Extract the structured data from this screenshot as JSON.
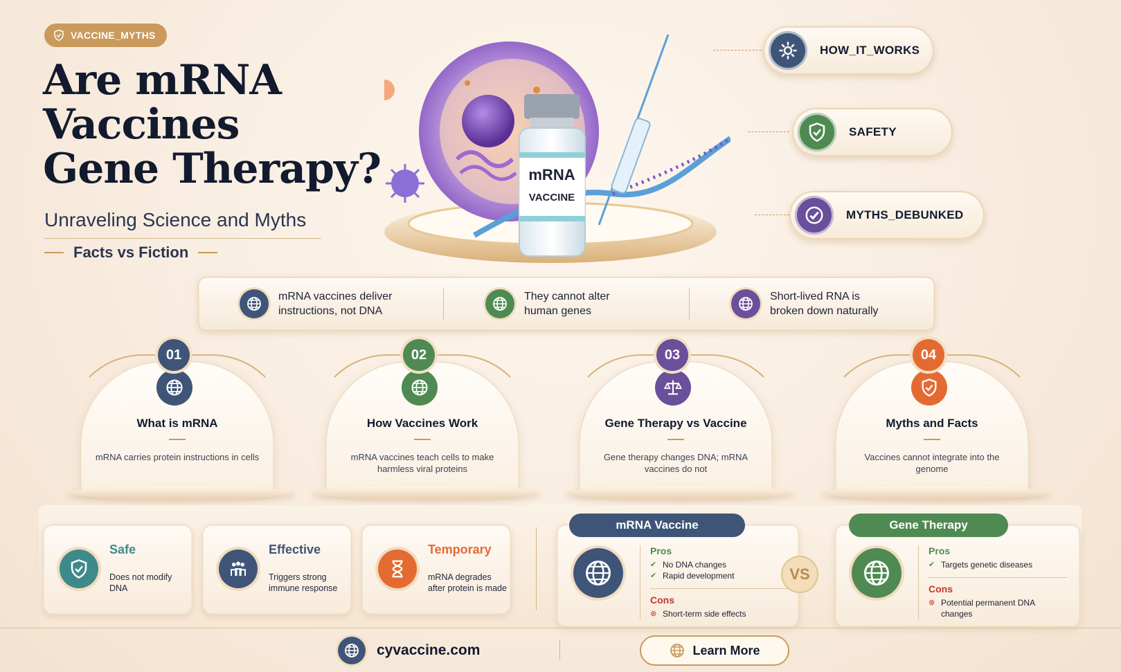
{
  "tag": "VACCINE_MYTHS",
  "title_lines": [
    "Are mRNA",
    "Vaccines",
    "Gene Therapy?"
  ],
  "subtitle": "Unraveling Science and Myths",
  "tagline": "Facts vs Fiction",
  "vial": {
    "line1": "mRNA",
    "line2": "VACCINE"
  },
  "side_pills": [
    {
      "label": "HOW_IT_WORKS",
      "icon": "gear-icon",
      "color": "#3f5578"
    },
    {
      "label": "SAFETY",
      "icon": "shield-check-icon",
      "color": "#4f8a52"
    },
    {
      "label": "MYTHS_DEBUNKED",
      "icon": "check-circle-icon",
      "color": "#6a4f9a"
    }
  ],
  "fact_strip": [
    {
      "text_l1": "mRNA vaccines deliver",
      "text_l2": "instructions, not DNA",
      "color": "#3f5578"
    },
    {
      "text_l1": "They cannot alter",
      "text_l2": "human genes",
      "color": "#4f8a52"
    },
    {
      "text_l1": "Short-lived RNA is",
      "text_l2": "broken down naturally",
      "color": "#6a4f9a"
    }
  ],
  "cards": [
    {
      "num": "01",
      "title": "What is mRNA",
      "desc": "mRNA carries protein instructions in cells",
      "color": "#3f5578",
      "icon": "globe-icon"
    },
    {
      "num": "02",
      "title": "How Vaccines Work",
      "desc": "mRNA vaccines teach cells to make harmless viral proteins",
      "color": "#4f8a52",
      "icon": "globe-icon"
    },
    {
      "num": "03",
      "title": "Gene Therapy vs Vaccine",
      "desc": "Gene therapy changes DNA; mRNA vaccines do not",
      "color": "#6a4f9a",
      "icon": "scales-icon"
    },
    {
      "num": "04",
      "title": "Myths and Facts",
      "desc": "Vaccines cannot integrate into the genome",
      "color": "#e36b32",
      "icon": "shield-check-icon"
    }
  ],
  "features": [
    {
      "title": "Safe",
      "desc": "Does not modify DNA",
      "color": "#3e8a8a",
      "icon": "shield-check-icon"
    },
    {
      "title": "Effective",
      "desc": "Triggers strong immune response",
      "color": "#3f5578",
      "icon": "people-icon"
    },
    {
      "title": "Temporary",
      "desc": "mRNA degrades after protein is made",
      "color": "#e36b32",
      "icon": "hourglass-icon"
    }
  ],
  "compare": {
    "left": {
      "title": "mRNA Vaccine",
      "color": "#3f5578",
      "pros_label": "Pros",
      "pros": [
        "No DNA changes",
        "Rapid development"
      ],
      "cons_label": "Cons",
      "cons": [
        "Short-term side effects"
      ]
    },
    "vs": "VS",
    "right": {
      "title": "Gene Therapy",
      "color": "#4f8a52",
      "pros_label": "Pros",
      "pros": [
        "Targets genetic diseases"
      ],
      "cons_label": "Cons",
      "cons": [
        "Potential permanent DNA changes"
      ]
    }
  },
  "footer": {
    "site": "cyvaccine.com",
    "cta": "Learn More"
  }
}
